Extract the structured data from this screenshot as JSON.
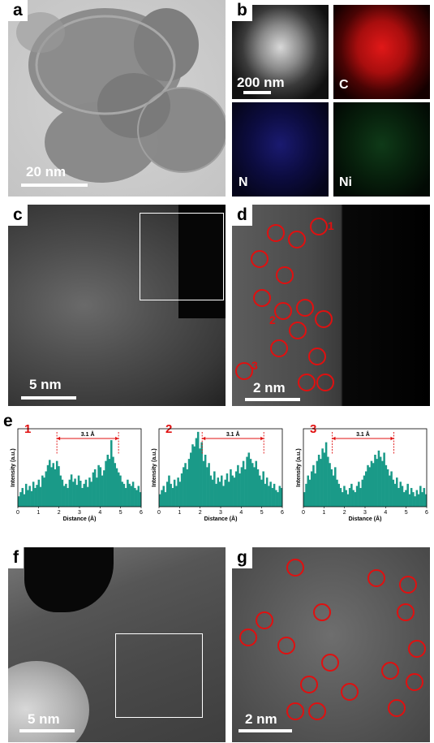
{
  "panels": {
    "a": {
      "label": "a",
      "scale": "20 nm"
    },
    "b": {
      "label": "b",
      "scale": "200 nm",
      "maps": [
        "C",
        "N",
        "Ni"
      ]
    },
    "c": {
      "label": "c",
      "scale": "5 nm"
    },
    "d": {
      "label": "d",
      "scale": "2 nm",
      "tags": [
        "1",
        "2",
        "3"
      ]
    },
    "e": {
      "label": "e"
    },
    "f": {
      "label": "f",
      "scale": "5 nm"
    },
    "g": {
      "label": "g",
      "scale": "2 nm"
    }
  },
  "colors": {
    "ring": "#e01010",
    "trace": "#1a9a88",
    "map_c": "#d01010",
    "map_n": "#2020a0",
    "map_ni": "#208040"
  },
  "chart_data": [
    {
      "type": "bar",
      "title": "1",
      "xlabel": "Distance (Å)",
      "ylabel": "Intensity (a.u.)",
      "xlim": [
        0,
        6
      ],
      "xticks": [
        "0",
        "1",
        "2",
        "3",
        "4",
        "5",
        "6"
      ],
      "annotation": "3.1 Å",
      "peaks": [
        1.9,
        4.9
      ],
      "values": [
        10,
        14,
        18,
        12,
        22,
        16,
        20,
        15,
        24,
        18,
        21,
        26,
        19,
        30,
        28,
        34,
        40,
        45,
        38,
        42,
        36,
        44,
        39,
        30,
        26,
        20,
        22,
        18,
        26,
        31,
        24,
        27,
        21,
        30,
        25,
        18,
        22,
        26,
        19,
        28,
        24,
        33,
        36,
        28,
        40,
        38,
        30,
        35,
        44,
        50,
        46,
        64,
        48,
        42,
        37,
        33,
        30,
        24,
        22,
        18,
        26,
        22,
        20,
        24,
        18,
        16,
        20,
        14
      ]
    },
    {
      "type": "bar",
      "title": "2",
      "xlabel": "Distance (Å)",
      "ylabel": "Intensity (a.u.)",
      "xlim": [
        0,
        6
      ],
      "xticks": [
        "0",
        "1",
        "2",
        "3",
        "4",
        "5",
        "6"
      ],
      "annotation": "3.1 Å",
      "peaks": [
        2.1,
        5.1
      ],
      "values": [
        12,
        16,
        20,
        14,
        24,
        30,
        22,
        18,
        26,
        20,
        28,
        24,
        32,
        38,
        42,
        36,
        46,
        52,
        60,
        58,
        66,
        72,
        56,
        62,
        44,
        50,
        38,
        42,
        30,
        26,
        34,
        22,
        28,
        24,
        30,
        20,
        26,
        32,
        24,
        36,
        30,
        28,
        34,
        40,
        32,
        38,
        44,
        36,
        48,
        52,
        46,
        42,
        38,
        44,
        36,
        30,
        26,
        34,
        22,
        28,
        20,
        24,
        18,
        22,
        16,
        14,
        20,
        18
      ]
    },
    {
      "type": "bar",
      "title": "3",
      "xlabel": "Distance (Å)",
      "ylabel": "Intensity (a.u.)",
      "xlim": [
        0,
        6
      ],
      "xticks": [
        "0",
        "1",
        "2",
        "3",
        "4",
        "5",
        "6"
      ],
      "annotation": "3.1 Å",
      "peaks": [
        1.4,
        4.4
      ],
      "values": [
        14,
        22,
        30,
        26,
        34,
        40,
        32,
        44,
        50,
        46,
        56,
        52,
        62,
        48,
        42,
        36,
        30,
        38,
        26,
        22,
        18,
        14,
        20,
        16,
        12,
        18,
        22,
        16,
        14,
        20,
        24,
        18,
        26,
        30,
        34,
        40,
        38,
        44,
        42,
        50,
        46,
        54,
        48,
        44,
        52,
        40,
        36,
        30,
        34,
        26,
        22,
        28,
        18,
        24,
        20,
        14,
        16,
        22,
        12,
        18,
        14,
        10,
        16,
        12,
        20,
        14,
        18,
        12
      ]
    }
  ]
}
